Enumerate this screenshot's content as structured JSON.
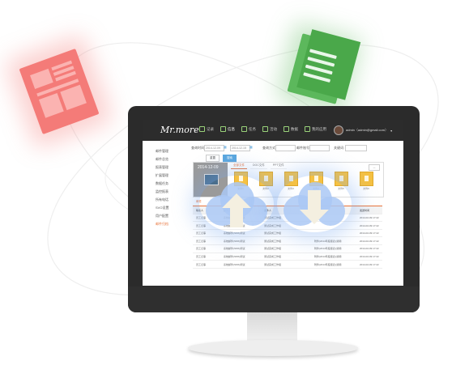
{
  "app": {
    "logo_text": "Mr.more",
    "nav": [
      {
        "icon": "edit-icon",
        "label": "记录"
      },
      {
        "icon": "mail-icon",
        "label": "信息",
        "active": true
      },
      {
        "icon": "user-icon",
        "label": "任务"
      },
      {
        "icon": "bell-icon",
        "label": "活动"
      },
      {
        "icon": "bars-icon",
        "label": "数据"
      },
      {
        "icon": "grid-icon",
        "label": "我的应用"
      }
    ],
    "user_label": "admin（admin@gmail.com）"
  },
  "sidebar": {
    "items": [
      "邮件管理",
      "邮件总览",
      "报表管理",
      "扩展管理",
      "数据任务",
      "监控报表",
      "所有电话",
      "SVO设置",
      "用户配置",
      "邮件归档"
    ],
    "active_index": 9
  },
  "filters": {
    "date_label": "查询时间:",
    "start_date": "2014-12-09",
    "end_date": "2014-12-15",
    "type_label": "查询方式:",
    "account_label": "邮件账号:",
    "keyword_label": "关键词:",
    "reset_button": "重置",
    "search_button": "搜索"
  },
  "folders": {
    "date_card": "2014-12-09",
    "tabs": [
      "全部文件",
      "DOC文件",
      "PPT文件"
    ],
    "active_tab": 0,
    "items": [
      "文件1",
      "文件2",
      "文件3",
      "文件4",
      "文件5",
      "文件6"
    ]
  },
  "table": {
    "tab_label": "邮件",
    "headers": [
      "联系人",
      "邮件主题",
      "发件人",
      "附件",
      "发送时间"
    ],
    "rows": [
      [
        "员工记事",
        "系统邮件(SMS)测试",
        "测试完成工作组",
        "",
        "2014-02-09  17:22"
      ],
      [
        "员工记事",
        "系统邮件(SMS)测试",
        "测试完成工作组",
        "",
        "2014-02-09  17:22"
      ],
      [
        "员工记事",
        "系统邮件(SMS)测试",
        "测试完成工作组",
        "",
        "2014-02-09  17:22"
      ],
      [
        "员工记事",
        "系统邮件(SMS)测试",
        "测试完成工作组",
        "附件(2014年度报表)|通用",
        "2014-02-09  17:22"
      ],
      [
        "员工记事",
        "系统邮件(SMS)测试",
        "测试完成工作组",
        "附件(2014年度报表)|通用",
        "2014-02-09  17:22"
      ],
      [
        "员工记事",
        "系统邮件(SMS)测试",
        "测试完成工作组",
        "附件(2014年度报表)|通用",
        "2014-02-09  17:22"
      ],
      [
        "员工记事",
        "系统邮件(SMS)测试",
        "测试完成工作组",
        "附件(2014年度报表)|通用",
        "2014-02-09  17:22"
      ]
    ]
  },
  "colors": {
    "accent": "#e8743b",
    "header_bg": "#2c2c2c",
    "upload_cloud": "#a9c6f2",
    "red_doc": "#f47b78",
    "green_doc": "#5cb85c"
  }
}
